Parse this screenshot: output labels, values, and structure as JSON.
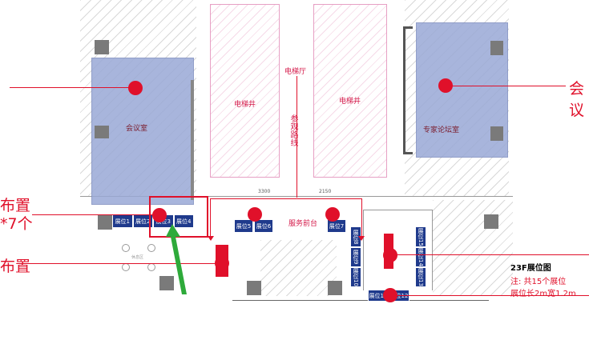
{
  "rooms": {
    "meeting_room": "会议室",
    "expert_forum_room": "专家论坛室",
    "elevator_shaft_left": "电梯井",
    "elevator_shaft_right": "电梯井",
    "elevator_hall": "电梯厅",
    "visit_route": "参观路线",
    "service_desk": "服务前台",
    "lounge": "休息区"
  },
  "booths": {
    "row_top": [
      "展位1",
      "展位2",
      "展位3",
      "展位4"
    ],
    "row_mid": [
      "展位5",
      "展位6",
      "展位7"
    ],
    "col_left": [
      "展位8",
      "展位9",
      "展位10"
    ],
    "bottom": [
      "展位11",
      "展位12"
    ],
    "col_right": [
      "展位15",
      "展位14",
      "展位13"
    ]
  },
  "callouts": {
    "left_top_line1": "布置",
    "left_top_line2": "*7个",
    "left_bottom": "布置",
    "right_top": "会议"
  },
  "legend": {
    "title": "23F展位图",
    "note_line1": "注: 共15个展位",
    "note_line2": "展位长2m宽1.2m"
  },
  "dimensions": {
    "left_dim": "3300",
    "right_dim": "2150"
  },
  "colors": {
    "accent_red": "#e0102a",
    "booth_blue": "#1f3a8c",
    "room_blue": "#9aa9d6",
    "arrow_green": "#2eaa3a"
  }
}
